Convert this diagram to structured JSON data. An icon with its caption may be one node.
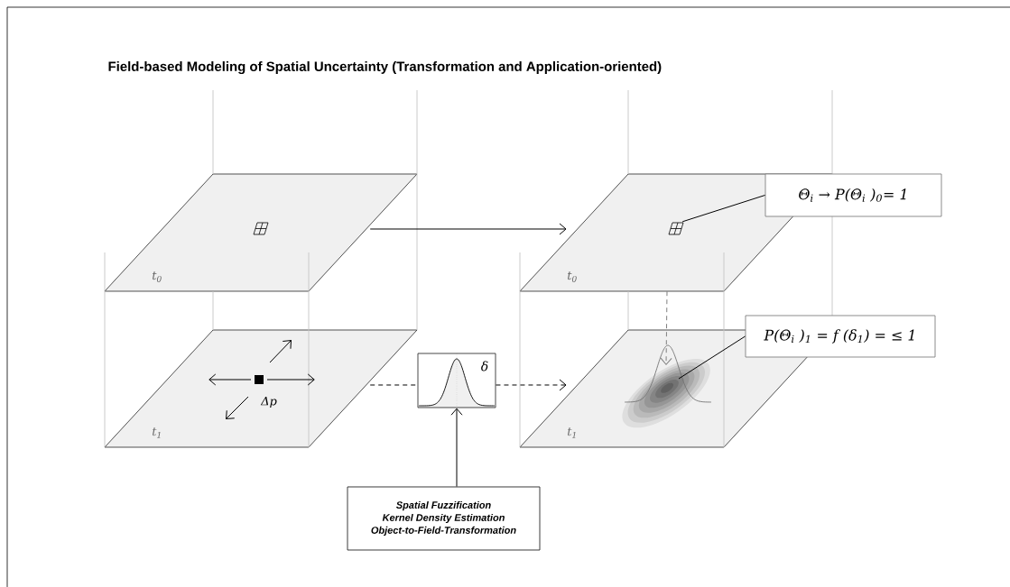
{
  "diagram": {
    "title": "Field-based Modeling of Spatial Uncertainty  (Transformation and Application-oriented)",
    "nodes": [
      {
        "text": [
          "t$_{0}$"
        ]
      },
      {
        "text": [
          "Δp",
          "t$_{1}$"
        ]
      },
      {
        "text": [
          "δ"
        ]
      },
      {
        "text": [
          "t$_{0}$"
        ]
      },
      {
        "text": [
          "t$_{1}$"
        ]
      },
      {
        "text": [
          "Θ$_{i}$  →  P(Θ$_{i}$ )$_{0}$= 1"
        ]
      },
      {
        "text": [
          "P(Θ$_{i}$ )$_{1}$ = f (δ$_{1}$)  = ≤ 1"
        ]
      },
      {
        "text": [
          "Spatial Fuzzification",
          "Kernel Density Estimation",
          "Object-to-Field-Transformation"
        ]
      },
      {
        "text": [],
        "shape": "box",
        "in": 3
      },
      {
        "text": [],
        "shape": "ellipse",
        "in": 4
      }
    ],
    "edges": [
      {
        "from": 0,
        "to": 3,
        "arrow": "to"
      },
      {
        "from": 1,
        "to": 2,
        "arrow": "none",
        "style": "dashed"
      },
      {
        "from": 2,
        "to": 4,
        "arrow": "to",
        "style": "dashed"
      },
      {
        "from": 7,
        "to": 2,
        "arrow": "to"
      },
      {
        "from": 5,
        "to": 8,
        "arrow": "none"
      },
      {
        "from": 6,
        "to": 9,
        "arrow": "none"
      },
      {
        "from": 3,
        "to": 9,
        "arrow": "to",
        "style": "dashed",
        "color": "#808080"
      }
    ]
  }
}
